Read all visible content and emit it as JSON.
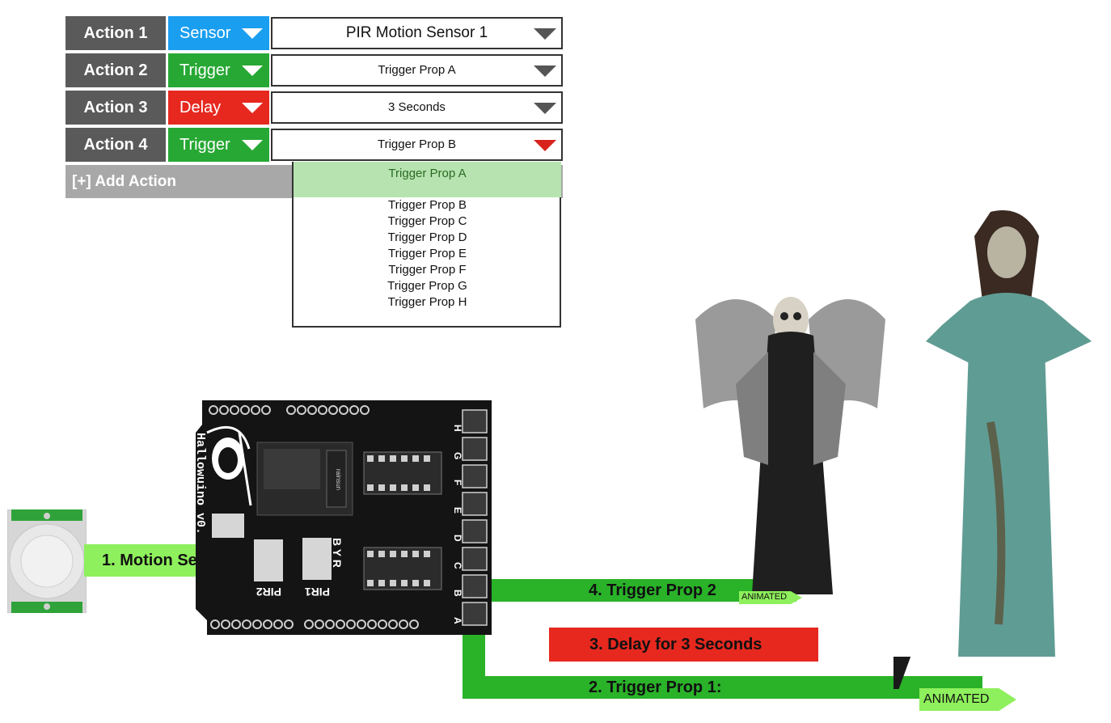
{
  "actions": [
    {
      "label": "Action 1",
      "type": "Sensor",
      "type_color": "#1a9ef0",
      "value": "PIR Motion Sensor 1"
    },
    {
      "label": "Action 2",
      "type": "Trigger",
      "type_color": "#27a834",
      "value": "Trigger Prop A"
    },
    {
      "label": "Action 3",
      "type": "Delay",
      "type_color": "#e6281f",
      "value": "3 Seconds"
    },
    {
      "label": "Action 4",
      "type": "Trigger",
      "type_color": "#27a834",
      "value": "Trigger Prop B"
    }
  ],
  "add_action_label": "[+] Add Action",
  "dropdown": {
    "selected": "Trigger Prop A",
    "options": [
      "Trigger Prop B",
      "Trigger Prop C",
      "Trigger Prop D",
      "Trigger Prop E",
      "Trigger Prop F",
      "Trigger Prop G",
      "Trigger Prop H"
    ]
  },
  "board": {
    "brand": "Hallowuino v0.",
    "pin_labels": [
      "H",
      "G",
      "F",
      "E",
      "D",
      "C",
      "B",
      "A"
    ],
    "pir_labels": [
      "PIR2",
      "PIR1"
    ],
    "connector_letters": "B Y R",
    "chip_text": "rainsun"
  },
  "diagram": {
    "motion_sensor_label": "1. Motion Sensor",
    "trigger_prop_1_label": "2. Trigger Prop 1:",
    "delay_label": "3. Delay for 3 Seconds",
    "trigger_prop_2_label": "4. Trigger Prop 2",
    "animated_tag": "ANIMATED"
  },
  "colors": {
    "label_gray": "#5a5a5a",
    "light_green": "#8ef05c",
    "wire_green": "#2ab229",
    "delay_red": "#e6281f",
    "board_black": "#141414"
  }
}
